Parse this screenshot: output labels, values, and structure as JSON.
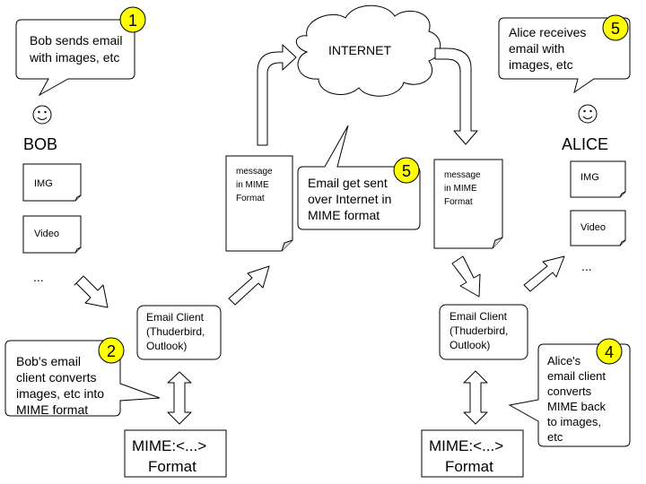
{
  "bob": {
    "name": "BOB",
    "callout_lines": [
      "Bob sends email",
      "with images, etc"
    ],
    "badge": "1",
    "files": [
      "IMG",
      "Video"
    ],
    "ellipsis": "..."
  },
  "bob_client": {
    "lines": [
      "Email Client",
      "(Thuderbird,",
      "Outlook)"
    ],
    "callout_lines": [
      "Bob's email",
      "client converts",
      "images, etc into",
      "MIME format"
    ],
    "badge": "2",
    "mime_lines": [
      "MIME:<...>",
      "Format"
    ]
  },
  "left_message": {
    "lines": [
      "message",
      "in MIME",
      "Format"
    ]
  },
  "internet": {
    "label": "INTERNET",
    "callout_lines": [
      "Email get sent",
      "over Internet in",
      "MIME format"
    ],
    "badge": "5"
  },
  "right_message": {
    "lines": [
      "message",
      "in MIME",
      "Format"
    ]
  },
  "alice_client": {
    "lines": [
      "Email Client",
      "(Thuderbird,",
      "Outlook)"
    ],
    "callout_lines": [
      "Alice's",
      "email client",
      "converts",
      "MIME back",
      "to images,",
      "etc"
    ],
    "badge": "4",
    "mime_lines": [
      "MIME:<...>",
      "Format"
    ]
  },
  "alice": {
    "name": "ALICE",
    "callout_lines": [
      "Alice receives",
      "email with",
      "images, etc"
    ],
    "badge": "5",
    "files": [
      "IMG",
      "Video"
    ],
    "ellipsis": "..."
  },
  "colors": {
    "badge_fill": "#ffff00",
    "stroke": "#000000",
    "background": "#ffffff"
  }
}
